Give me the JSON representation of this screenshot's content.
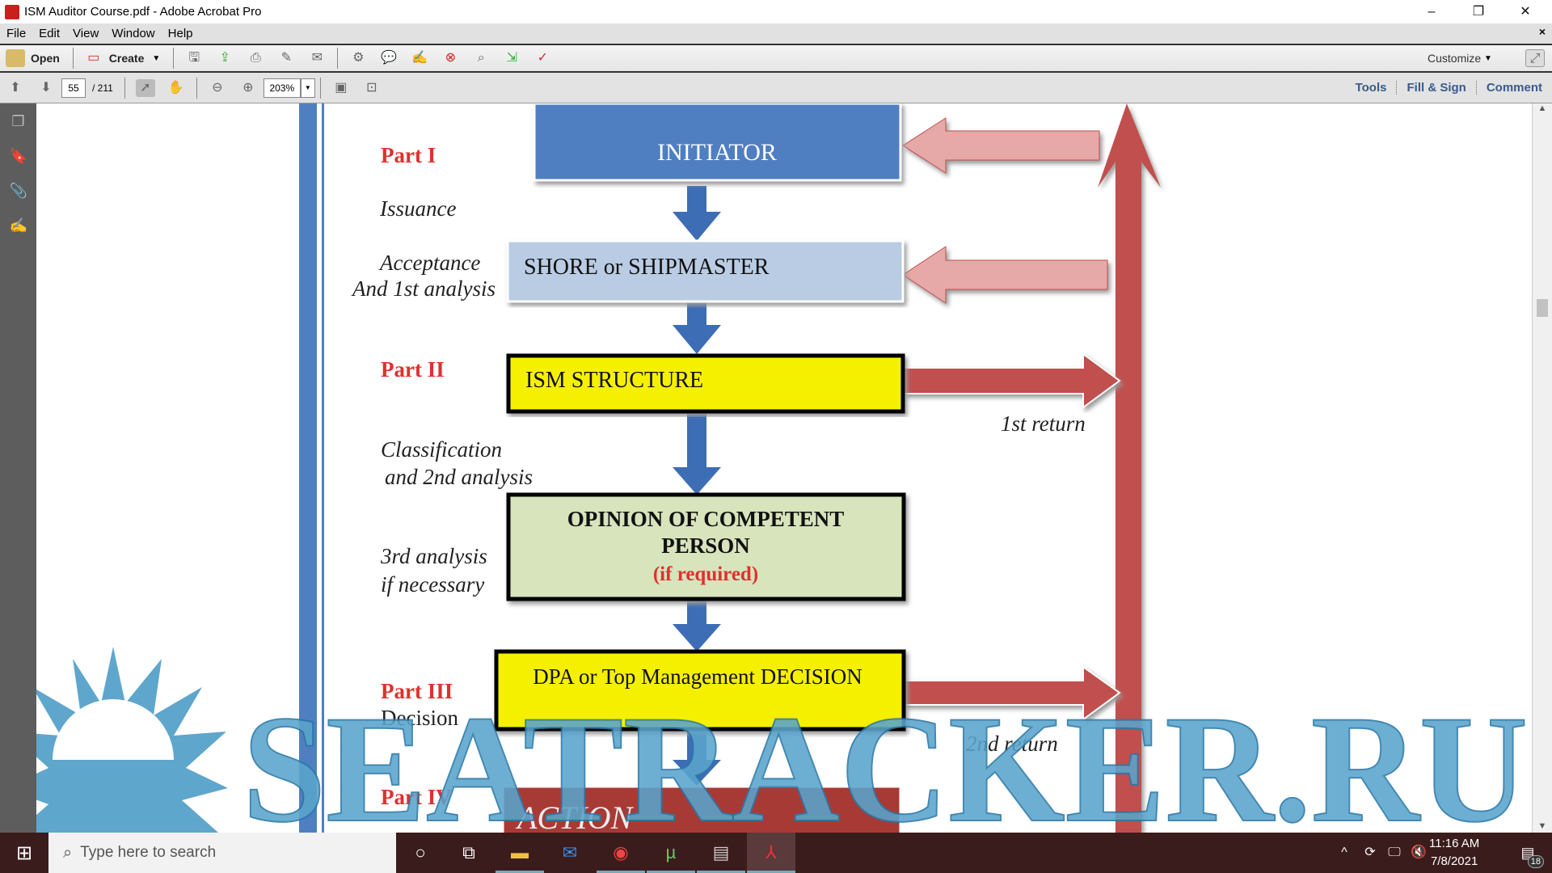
{
  "window": {
    "title": "ISM Auditor Course.pdf - Adobe Acrobat Pro",
    "minimize": "–",
    "restore": "❐",
    "close": "✕"
  },
  "menu": {
    "items": [
      "File",
      "Edit",
      "View",
      "Window",
      "Help"
    ],
    "close": "×"
  },
  "toolbar": {
    "open": "Open",
    "create": "Create",
    "customize": "Customize"
  },
  "nav": {
    "page": "55",
    "total": "/ 211",
    "zoom": "203%"
  },
  "right_links": [
    "Tools",
    "Fill & Sign",
    "Comment"
  ],
  "diagram": {
    "boxes": {
      "initiator": "INITIATOR",
      "shore": "SHORE or SHIPMASTER",
      "ism": "ISM STRUCTURE",
      "opinion1": "OPINION OF COMPETENT",
      "opinion2": "PERSON",
      "opinion3": "(if required)",
      "dpa": "DPA or Top Management DECISION",
      "action": "ACTION"
    },
    "labels": {
      "part1": "Part I",
      "issuance": "Issuance",
      "acceptance1": "Acceptance",
      "acceptance2": "And 1st analysis",
      "part2": "Part II",
      "class1": "Classification",
      "class2": "and 2nd analysis",
      "third1": "3rd analysis",
      "third2": "if necessary",
      "part3": "Part III",
      "decision": "Decision",
      "part4": "Part IV",
      "return1": "1st return",
      "return2": "2nd return"
    },
    "colors": {
      "blue": "#4f7fc1",
      "lightblue": "#b9cce4",
      "yellow": "#f5f000",
      "green": "#d7e4bc",
      "red": "#c0504d",
      "partred": "#e03030"
    }
  },
  "watermark": "SEATRACKER.RU",
  "taskbar": {
    "search_placeholder": "Type here to search",
    "time": "11:16 AM",
    "date": "7/8/2021",
    "notifications": "18"
  }
}
